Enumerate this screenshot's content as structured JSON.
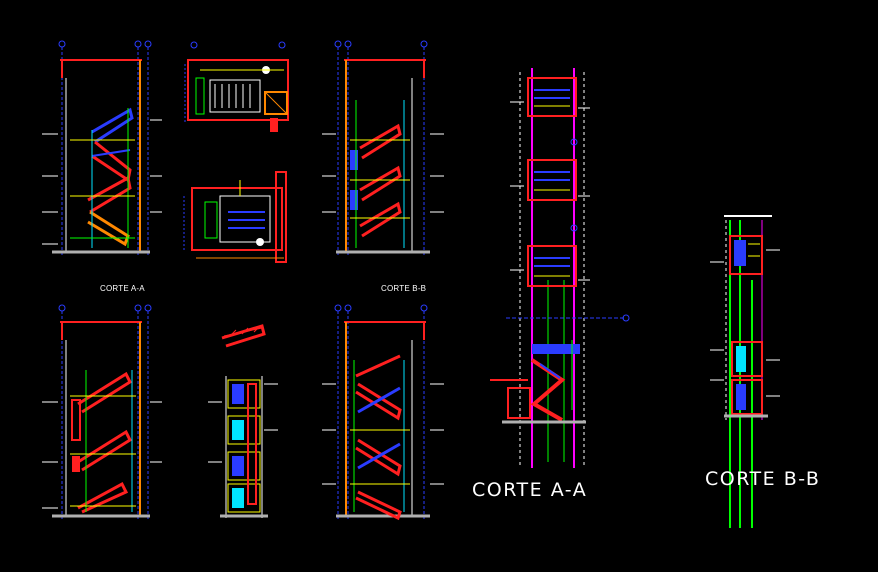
{
  "drawing": {
    "background": "#000000",
    "palette": {
      "red": "#ff2020",
      "dark_red": "#c00000",
      "blue": "#2a3cff",
      "cyan": "#00e5ff",
      "magenta": "#ff00ff",
      "green": "#00ff00",
      "yellow": "#ffff00",
      "white": "#ffffff",
      "gray": "#b0b0b0",
      "orange": "#ff8800"
    },
    "labels": {
      "corte_aa_small": "CORTE A-A",
      "corte_bb_small": "CORTE B-B",
      "corte_aa_large": "CORTE A-A",
      "corte_bb_large": "CORTE B-B"
    }
  }
}
